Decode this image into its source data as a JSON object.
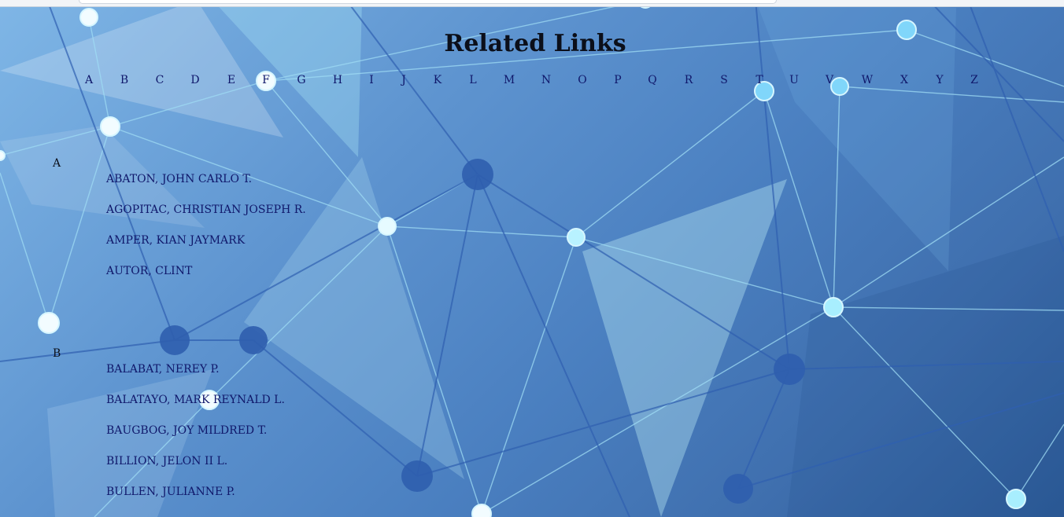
{
  "page": {
    "title": "Related Links"
  },
  "alphabet": [
    "A",
    "B",
    "C",
    "D",
    "E",
    "F",
    "G",
    "H",
    "I",
    "J",
    "K",
    "L",
    "M",
    "N",
    "O",
    "P",
    "Q",
    "R",
    "S",
    "T",
    "U",
    "V",
    "W",
    "X",
    "Y",
    "Z"
  ],
  "sections": [
    {
      "letter": "A",
      "names": [
        "ABATON, JOHN CARLO T.",
        "AGOPITAC, CHRISTIAN JOSEPH R.",
        "AMPER, KIAN JAYMARK",
        "AUTOR, CLINT"
      ]
    },
    {
      "letter": "B",
      "names": [
        "BALABAT, NEREY P.",
        "BALATAYO, MARK REYNALD L.",
        "BAUGBOG, JOY MILDRED T.",
        "BILLION, JELON II L.",
        "BULLEN, JULIANNE P."
      ]
    }
  ],
  "colors": {
    "link": "#10186b",
    "title": "#0b0f1a"
  }
}
